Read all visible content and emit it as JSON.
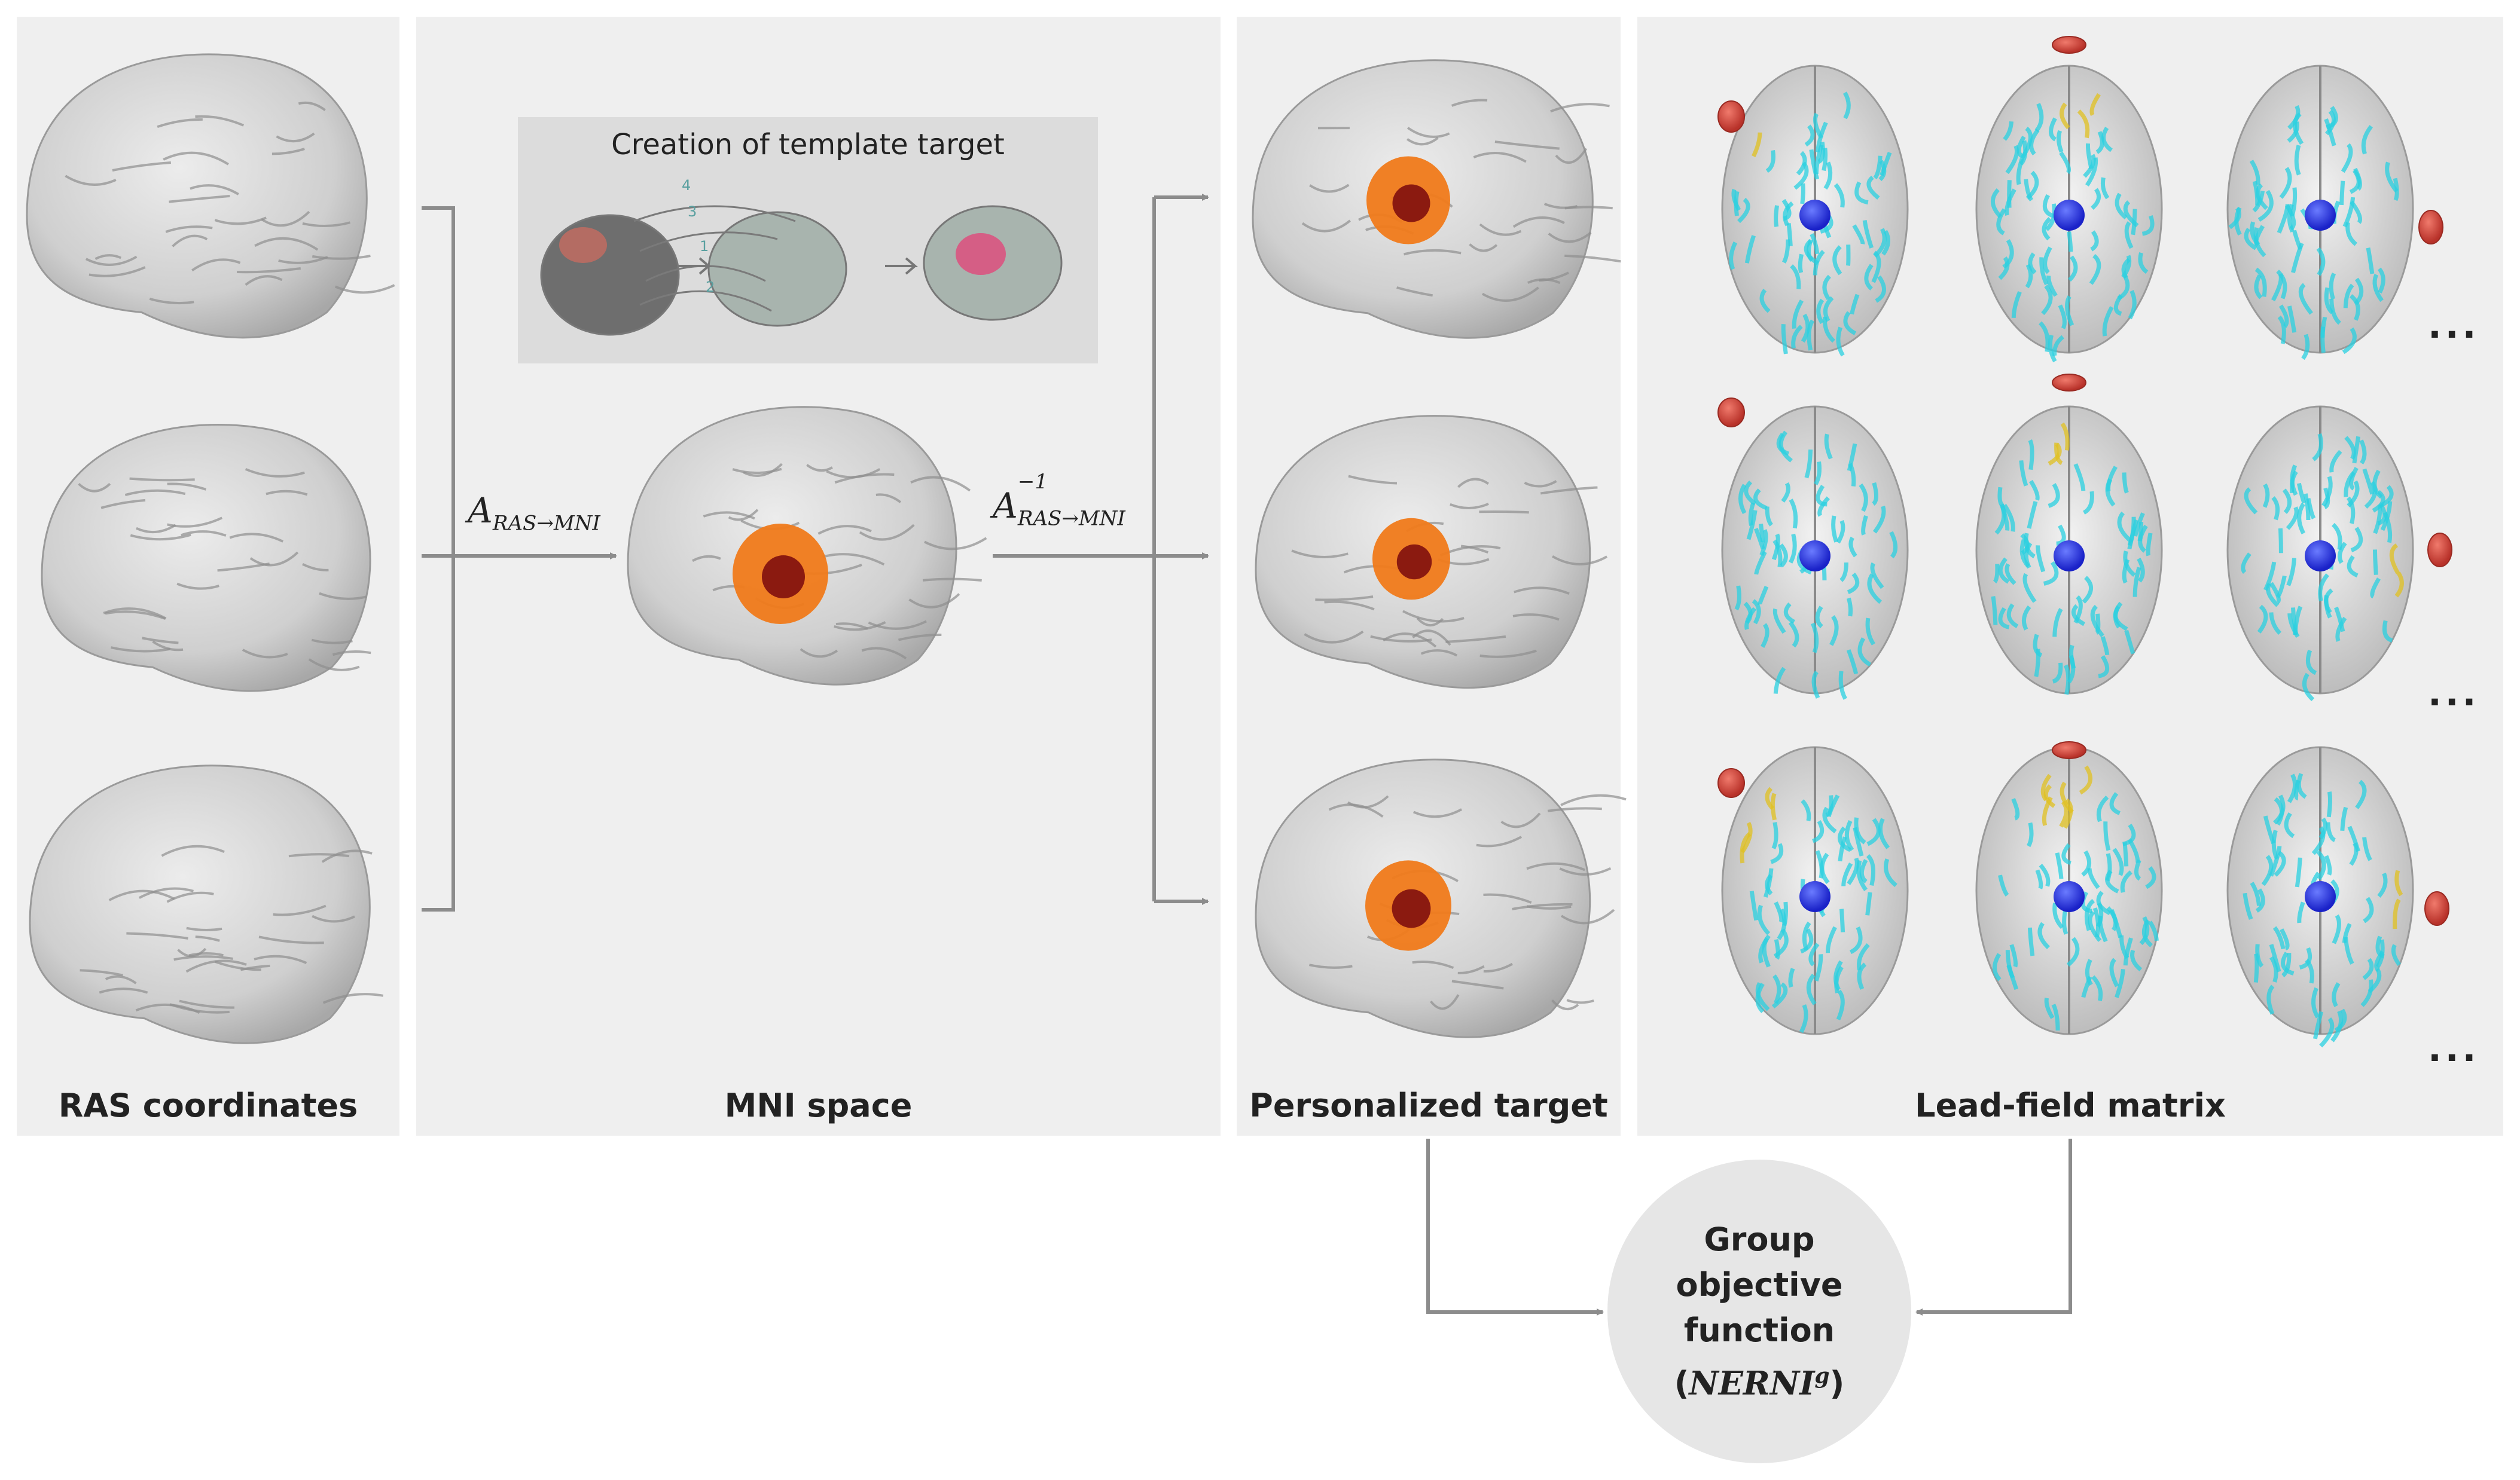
{
  "panels": {
    "ras": {
      "title": "RAS coordinates"
    },
    "mni": {
      "title": "MNI space",
      "template_title": "Creation of template target"
    },
    "personalized": {
      "title": "Personalized target"
    },
    "leadfield": {
      "title": "Lead-field matrix",
      "ellipsis": "..."
    }
  },
  "transforms": {
    "forward": {
      "base": "A",
      "sub": "RAS→MNI",
      "sup": ""
    },
    "inverse": {
      "base": "A",
      "sub": "RAS→MNI",
      "sup": "−1"
    }
  },
  "objective": {
    "line1": "Group",
    "line2": "objective",
    "line3": "function",
    "math_open": "(",
    "math_base": "NERNI",
    "math_sup": "g",
    "math_close": ")"
  },
  "colors": {
    "panel_bg": "#efefef",
    "arrow": "#8c8c8c",
    "brain": "#cfcfcf",
    "target": "#f07a1a",
    "target_core": "#8b1a10",
    "electrode": "#d44a3c",
    "field_low": "#2ad0e0",
    "field_high": "#e0c020",
    "blue_sphere": "#2233ee"
  },
  "template_step_numbers": [
    "4",
    "3",
    "1",
    "2"
  ]
}
